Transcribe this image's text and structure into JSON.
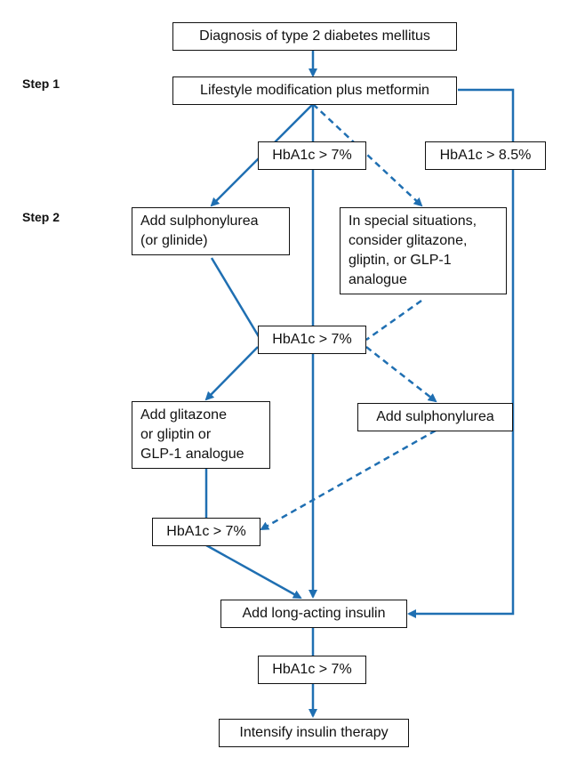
{
  "steps": {
    "step1": "Step 1",
    "step2": "Step 2"
  },
  "nodes": {
    "diagnosis": "Diagnosis of type 2 diabetes mellitus",
    "lifestyle": "Lifestyle modification plus metformin",
    "hba1c_check_1": "HbA1c > 7%",
    "hba1c_high": "HbA1c > 8.5%",
    "add_sulph_glinide": [
      "Add sulphonylurea",
      "(or glinide)"
    ],
    "special_situations": [
      "In special situations,",
      "consider glitazone,",
      "gliptin, or GLP-1",
      "analogue"
    ],
    "hba1c_check_2": "HbA1c > 7%",
    "add_glitazone": [
      "Add glitazone",
      "or gliptin or",
      "GLP-1 analogue"
    ],
    "add_sulph": "Add sulphonylurea",
    "hba1c_check_3": "HbA1c > 7%",
    "add_insulin": "Add long-acting insulin",
    "hba1c_check_4": "HbA1c > 7%",
    "intensify": "Intensify insulin therapy"
  },
  "colors": {
    "arrow": "#1f6fb2",
    "box_border": "#111111",
    "text": "#111111"
  }
}
